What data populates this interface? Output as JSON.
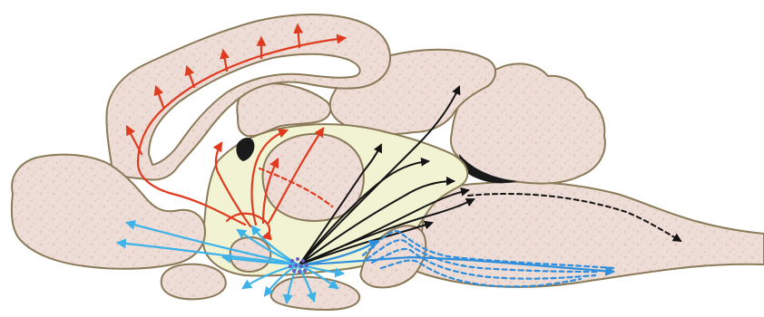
{
  "figure": {
    "colors": {
      "background": "#ffffff",
      "tissue_fill": "#eedcd6",
      "tissue_outline": "#8a7a57",
      "tissue_speckle": "#d9c2b9",
      "diencephalon_fill": "#f1f3d3",
      "dark_shadow": "#1a1a1a",
      "pathway_red": "#e03a1f",
      "pathway_blue": "#2f8fdc",
      "pathway_light_blue": "#3db3e8",
      "pathway_black": "#141414",
      "nucleus_dots": "#6a5cc0"
    },
    "pathways": [
      {
        "color": "red",
        "style": "solid"
      },
      {
        "color": "red",
        "style": "dashed"
      },
      {
        "color": "black",
        "style": "solid"
      },
      {
        "color": "black",
        "style": "dashed"
      },
      {
        "color": "light-blue",
        "style": "solid"
      },
      {
        "color": "blue",
        "style": "solid"
      },
      {
        "color": "blue",
        "style": "dashed"
      }
    ]
  }
}
